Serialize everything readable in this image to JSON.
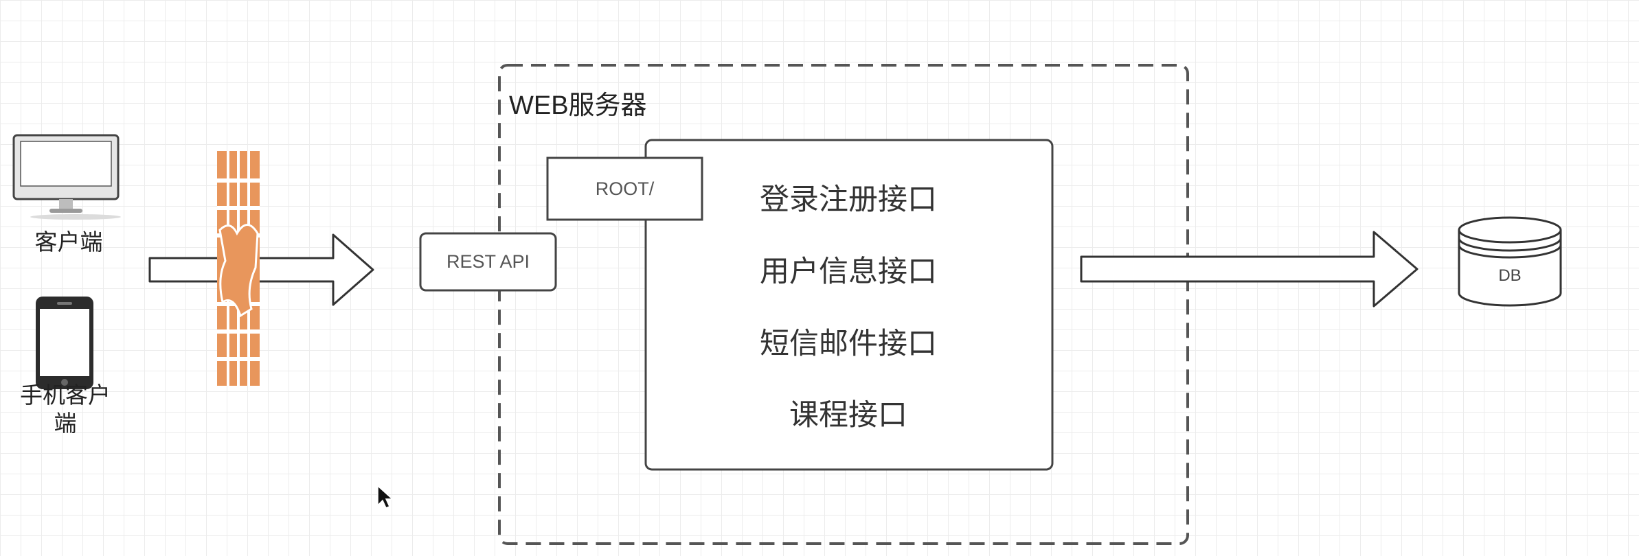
{
  "clients": {
    "desktop": {
      "label": "客户端"
    },
    "mobile": {
      "label": "手机客户\n端"
    }
  },
  "web_server": {
    "label": "WEB服务器"
  },
  "root": {
    "label": "ROOT/"
  },
  "rest_api": {
    "label": "REST API"
  },
  "apis": [
    {
      "label": "登录注册接口"
    },
    {
      "label": "用户信息接口"
    },
    {
      "label": "短信邮件接口"
    },
    {
      "label": "课程接口"
    }
  ],
  "database": {
    "label": "DB"
  },
  "colors": {
    "firewall": "#e8965c",
    "stroke": "#333333",
    "dashed": "#555555"
  }
}
